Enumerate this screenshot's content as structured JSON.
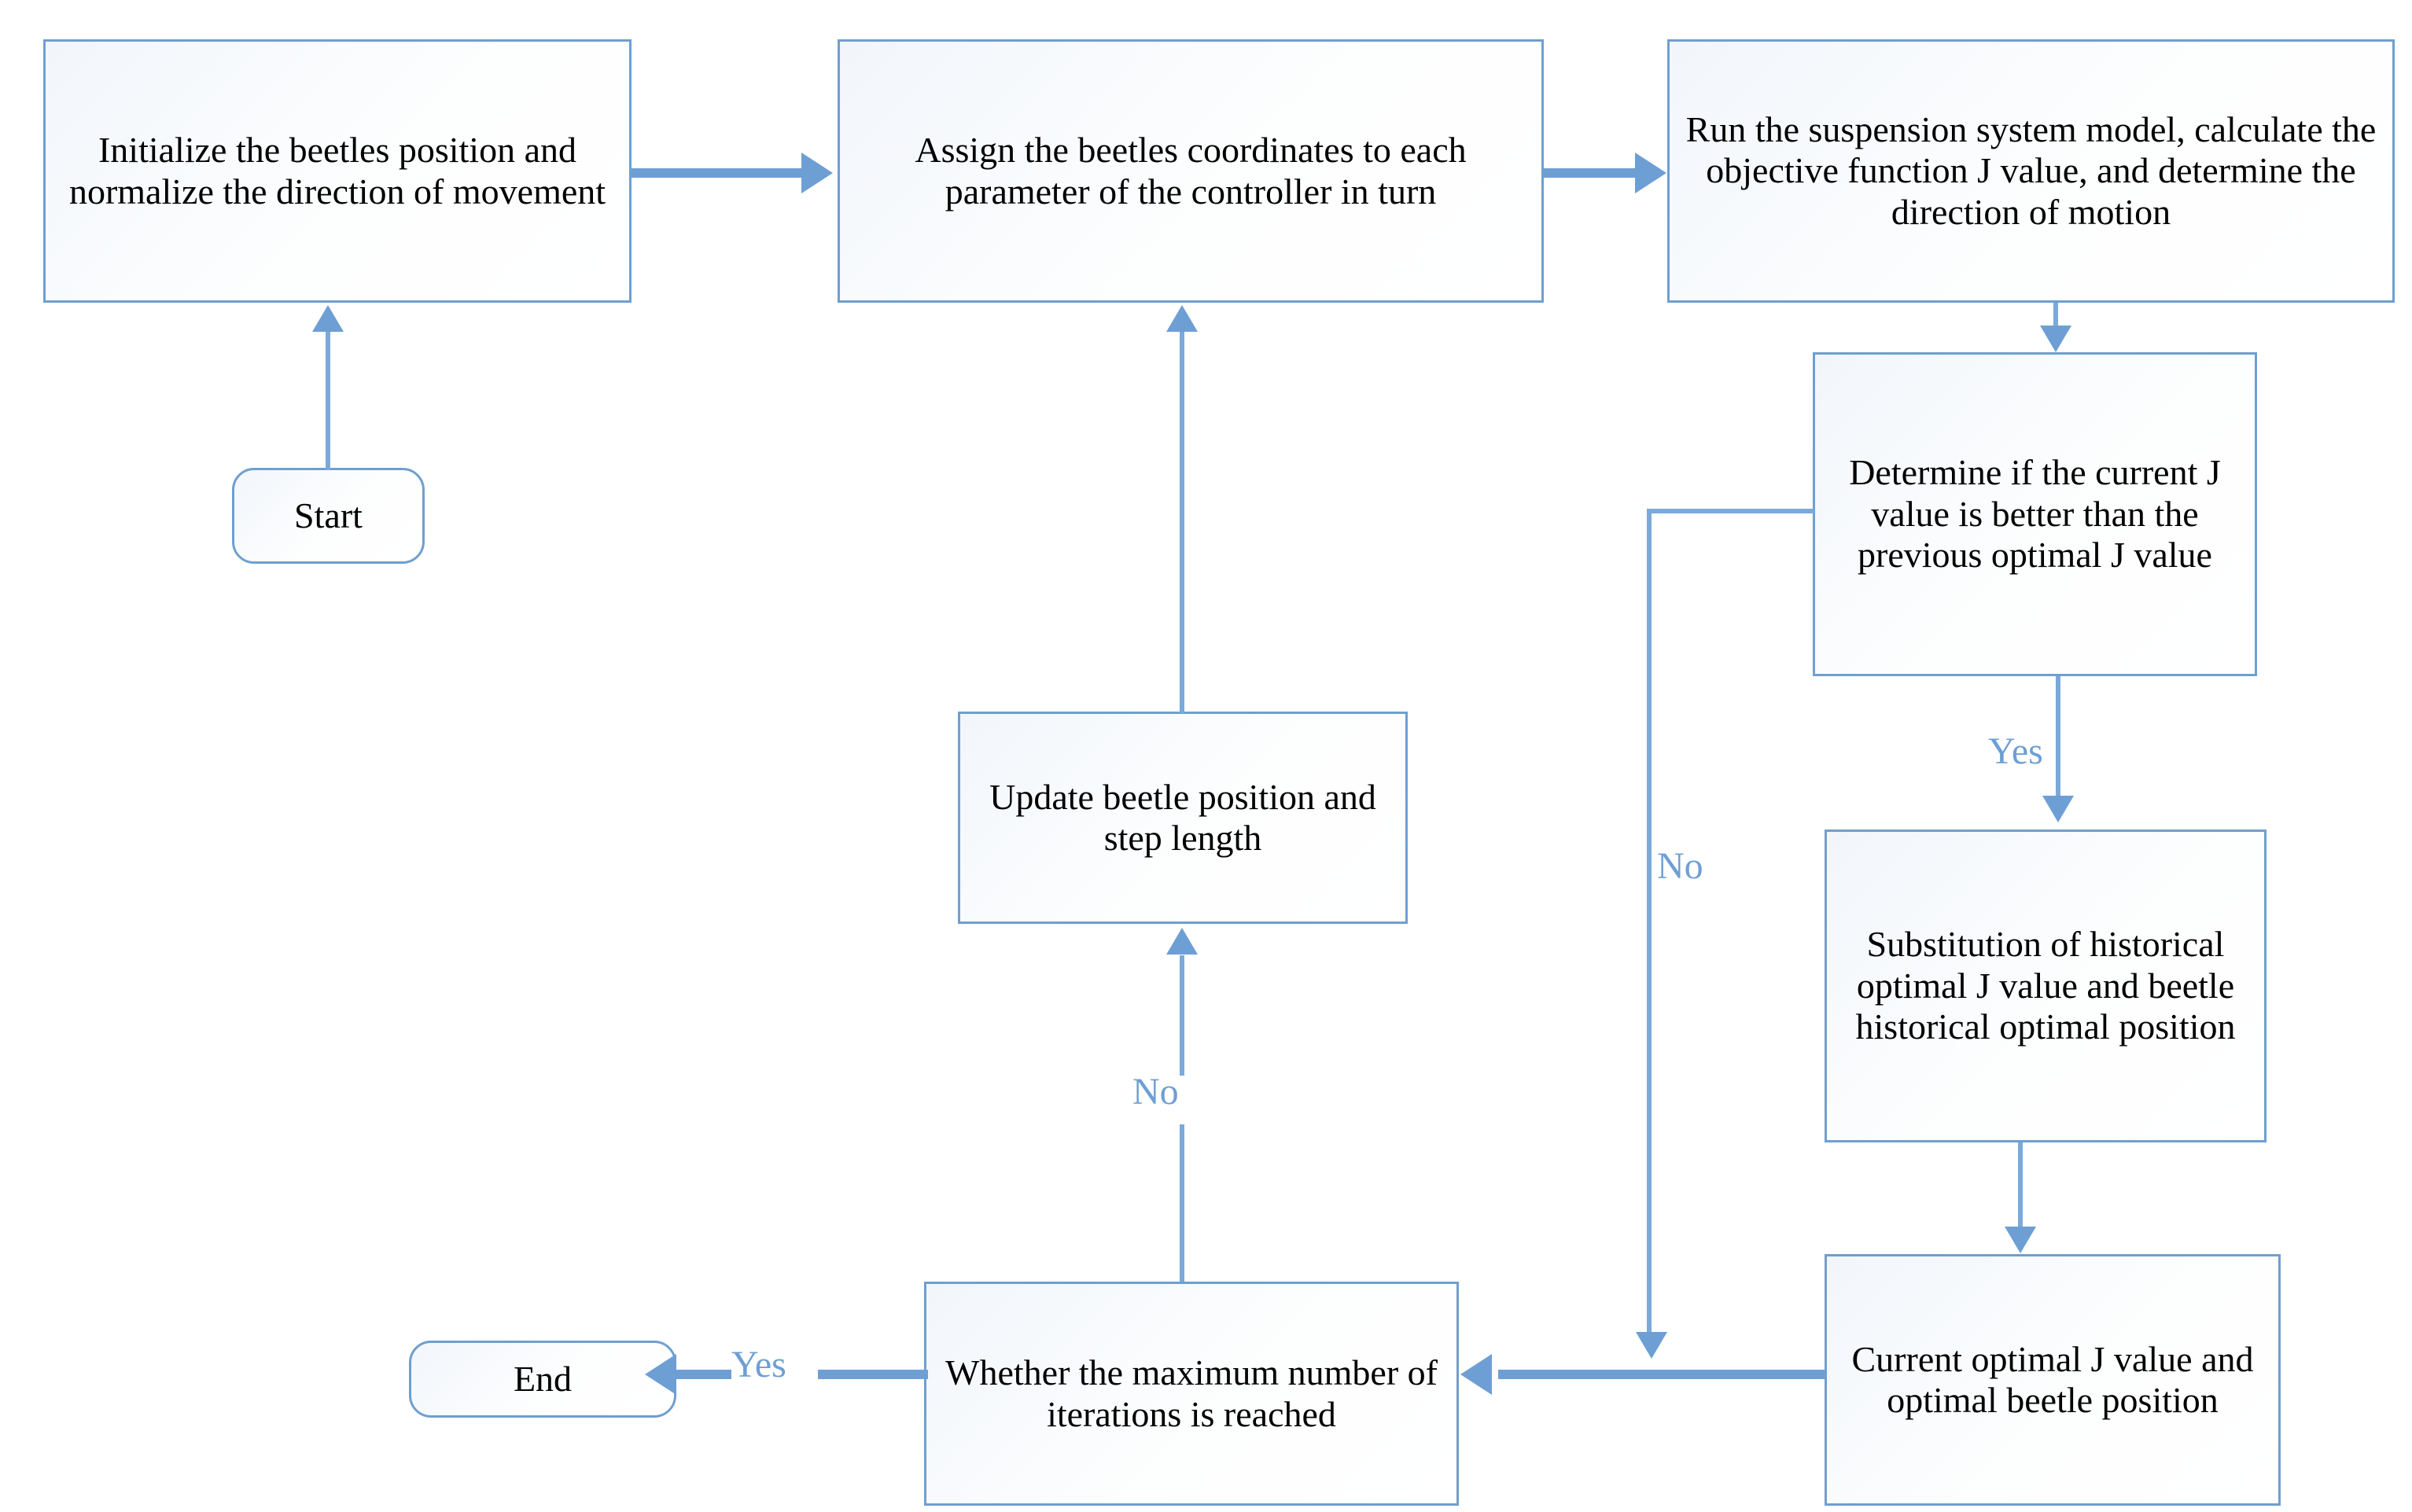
{
  "diagram": {
    "title": "Beetle antennae search optimization flowchart",
    "colors": {
      "border": "#6f9fcf",
      "connector": "#6d9fd4",
      "label": "#6d9fd4",
      "text": "#000000",
      "fill": "#f5f8fc"
    },
    "nodes": {
      "start": {
        "label": "Start",
        "shape": "terminator"
      },
      "end": {
        "label": "End",
        "shape": "terminator"
      },
      "initialize": {
        "label": "Initialize the beetles position and normalize the direction of movement",
        "shape": "process"
      },
      "assign": {
        "label": "Assign the beetles coordinates to each parameter of the controller in turn",
        "shape": "process"
      },
      "run_model": {
        "label": "Run the suspension system model, calculate the objective function J value, and determine the direction of motion",
        "shape": "process"
      },
      "determine": {
        "label": "Determine if the current J value is better than the previous optimal J value",
        "shape": "decision"
      },
      "substitution": {
        "label": "Substitution of historical optimal J value and beetle historical optimal position",
        "shape": "process"
      },
      "current_opt": {
        "label": "Current optimal J value and optimal beetle position",
        "shape": "process"
      },
      "whether_max": {
        "label": "Whether the maximum number of iterations is reached",
        "shape": "decision"
      },
      "update": {
        "label": "Update beetle position and step length",
        "shape": "process"
      }
    },
    "edge_labels": {
      "determine_yes": "Yes",
      "determine_no": "No",
      "whether_yes": "Yes",
      "whether_no": "No"
    }
  }
}
